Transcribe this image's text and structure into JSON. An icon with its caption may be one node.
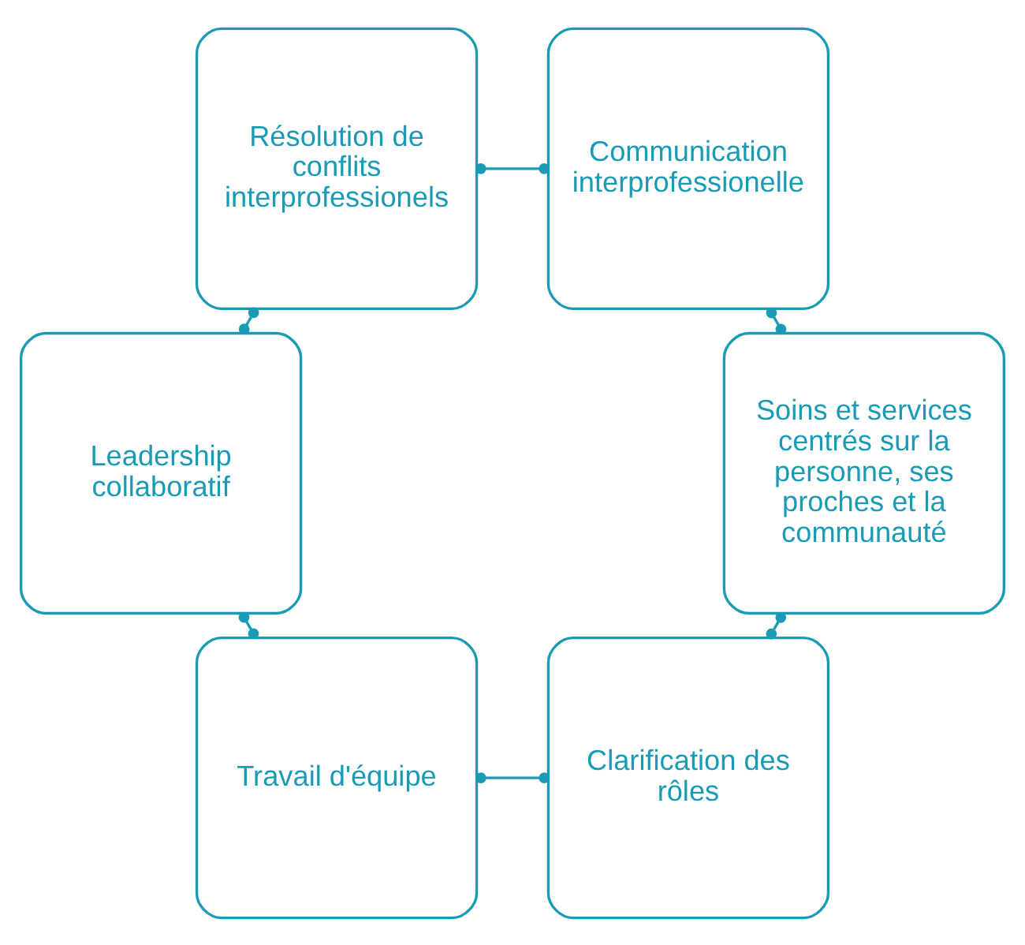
{
  "diagram": {
    "nodes": [
      {
        "text": [
          "Clarification des rôles"
        ]
      },
      {
        "text": [
          "Travail d'équipe"
        ]
      },
      {
        "text": [
          "Soins et services centrés sur la personne, ses proches et la communauté"
        ]
      },
      {
        "text": [
          "Leadership collaboratif"
        ]
      },
      {
        "text": [
          "Communication interprofessionelle"
        ]
      },
      {
        "text": [
          "Résolution de conflits interprofessionels"
        ]
      }
    ],
    "edges": [
      {
        "from": 0,
        "to": 1,
        "arrow": "other"
      },
      {
        "from": 1,
        "to": 3,
        "arrow": "other"
      },
      {
        "from": 3,
        "to": 5,
        "arrow": "other"
      },
      {
        "from": 5,
        "to": 4,
        "arrow": "other"
      },
      {
        "from": 4,
        "to": 2,
        "arrow": "other"
      },
      {
        "from": 2,
        "to": 0,
        "arrow": "other"
      }
    ]
  }
}
